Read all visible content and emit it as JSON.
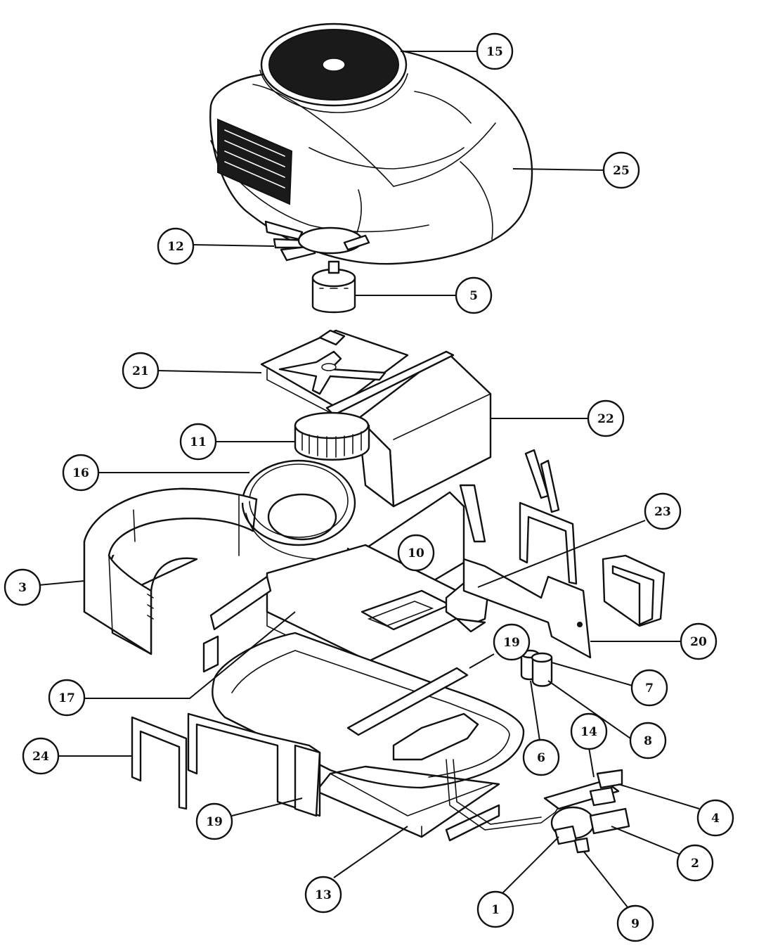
{
  "callouts": [
    {
      "id": "c15",
      "label": "15"
    },
    {
      "id": "c25",
      "label": "25"
    },
    {
      "id": "c12",
      "label": "12"
    },
    {
      "id": "c5",
      "label": "5"
    },
    {
      "id": "c21",
      "label": "21"
    },
    {
      "id": "c22",
      "label": "22"
    },
    {
      "id": "c11",
      "label": "11"
    },
    {
      "id": "c16",
      "label": "16"
    },
    {
      "id": "c23",
      "label": "23"
    },
    {
      "id": "c10",
      "label": "10"
    },
    {
      "id": "c3",
      "label": "3"
    },
    {
      "id": "c20",
      "label": "20"
    },
    {
      "id": "c19a",
      "label": "19"
    },
    {
      "id": "c7",
      "label": "7"
    },
    {
      "id": "c17",
      "label": "17"
    },
    {
      "id": "c8",
      "label": "8"
    },
    {
      "id": "c14",
      "label": "14"
    },
    {
      "id": "c6",
      "label": "6"
    },
    {
      "id": "c24",
      "label": "24"
    },
    {
      "id": "c4",
      "label": "4"
    },
    {
      "id": "c19b",
      "label": "19"
    },
    {
      "id": "c2",
      "label": "2"
    },
    {
      "id": "c13",
      "label": "13"
    },
    {
      "id": "c1",
      "label": "1"
    },
    {
      "id": "c9",
      "label": "9"
    }
  ]
}
